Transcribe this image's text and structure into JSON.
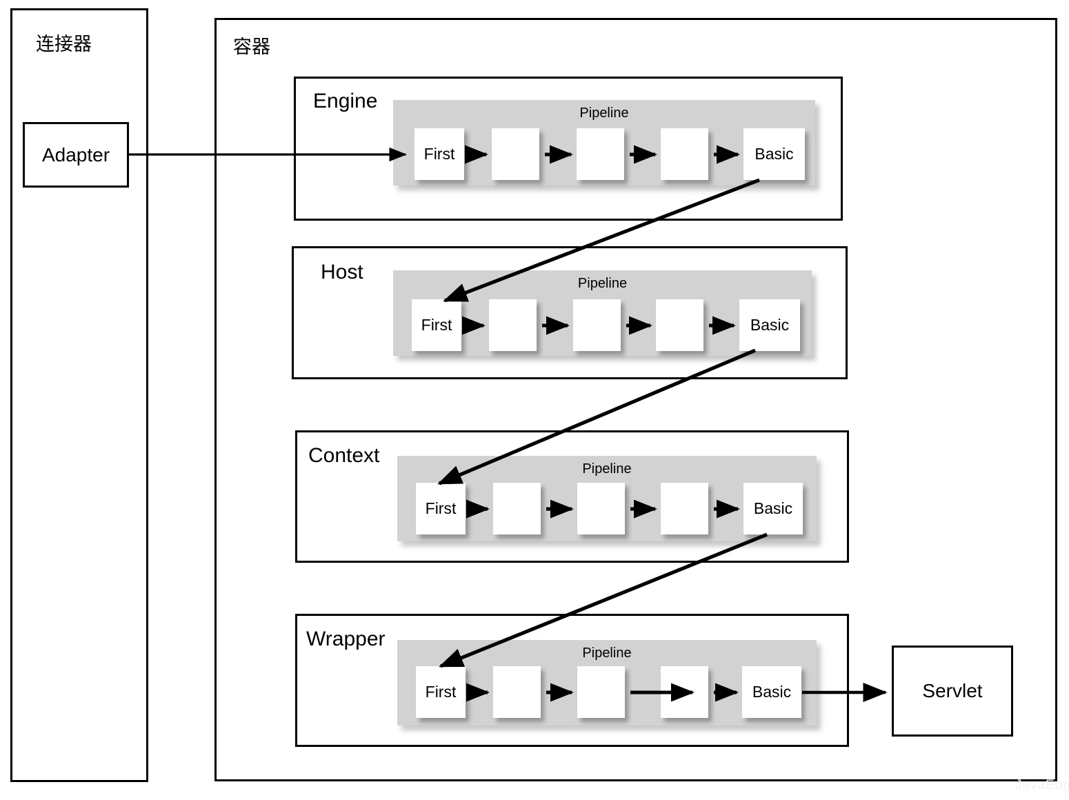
{
  "diagram": {
    "title_connector": "连接器",
    "title_container": "容器",
    "watermark": "JavaEdge",
    "adapter_label": "Adapter",
    "servlet_label": "Servlet",
    "pipeline_label": "Pipeline",
    "valve_first": "First",
    "valve_basic": "Basic",
    "valve_blank": "",
    "accent_color": "#000000",
    "pipeline_fill": "#d2d2d2",
    "valve_fill": "#ffffff"
  },
  "layers": [
    {
      "name": "Engine",
      "pipeline": {
        "label": "Pipeline",
        "valves": [
          {
            "label": "First",
            "kind": "first"
          },
          {
            "label": "",
            "kind": "blank"
          },
          {
            "label": "",
            "kind": "blank"
          },
          {
            "label": "",
            "kind": "blank"
          },
          {
            "label": "Basic",
            "kind": "basic"
          }
        ]
      }
    },
    {
      "name": "Host",
      "pipeline": {
        "label": "Pipeline",
        "valves": [
          {
            "label": "First",
            "kind": "first"
          },
          {
            "label": "",
            "kind": "blank"
          },
          {
            "label": "",
            "kind": "blank"
          },
          {
            "label": "",
            "kind": "blank"
          },
          {
            "label": "Basic",
            "kind": "basic"
          }
        ]
      }
    },
    {
      "name": "Context",
      "pipeline": {
        "label": "Pipeline",
        "valves": [
          {
            "label": "First",
            "kind": "first"
          },
          {
            "label": "",
            "kind": "blank"
          },
          {
            "label": "",
            "kind": "blank"
          },
          {
            "label": "",
            "kind": "blank"
          },
          {
            "label": "Basic",
            "kind": "basic"
          }
        ]
      }
    },
    {
      "name": "Wrapper",
      "pipeline": {
        "label": "Pipeline",
        "valves": [
          {
            "label": "First",
            "kind": "first"
          },
          {
            "label": "",
            "kind": "blank"
          },
          {
            "label": "",
            "kind": "blank"
          },
          {
            "label": "",
            "kind": "blank"
          },
          {
            "label": "Basic",
            "kind": "basic"
          }
        ]
      }
    }
  ],
  "flow": {
    "adapter_to_engine": "Adapter → Engine First",
    "engine_to_host": "Engine Basic → Host First",
    "host_to_context": "Host Basic → Context First",
    "context_to_wrapper": "Context Basic → Wrapper First",
    "wrapper_to_servlet": "Wrapper Basic → Servlet"
  }
}
